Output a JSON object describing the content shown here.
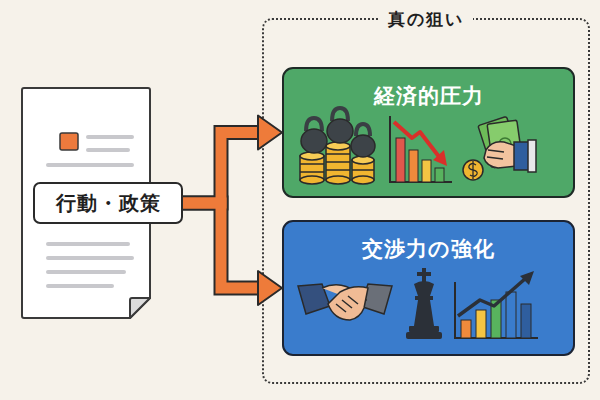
{
  "diagram": {
    "nodes": [
      {
        "text": [
          "行動・政策"
        ]
      },
      {
        "text": [
          "真の狙い"
        ]
      },
      {
        "text": [
          "経済的圧力"
        ],
        "in": 1
      },
      {
        "text": [
          "交渉力の強化"
        ],
        "in": 1
      }
    ],
    "edges": [
      {
        "from": 0,
        "to": 2,
        "arrow": "to"
      },
      {
        "from": 0,
        "to": 3,
        "arrow": "to"
      }
    ]
  }
}
